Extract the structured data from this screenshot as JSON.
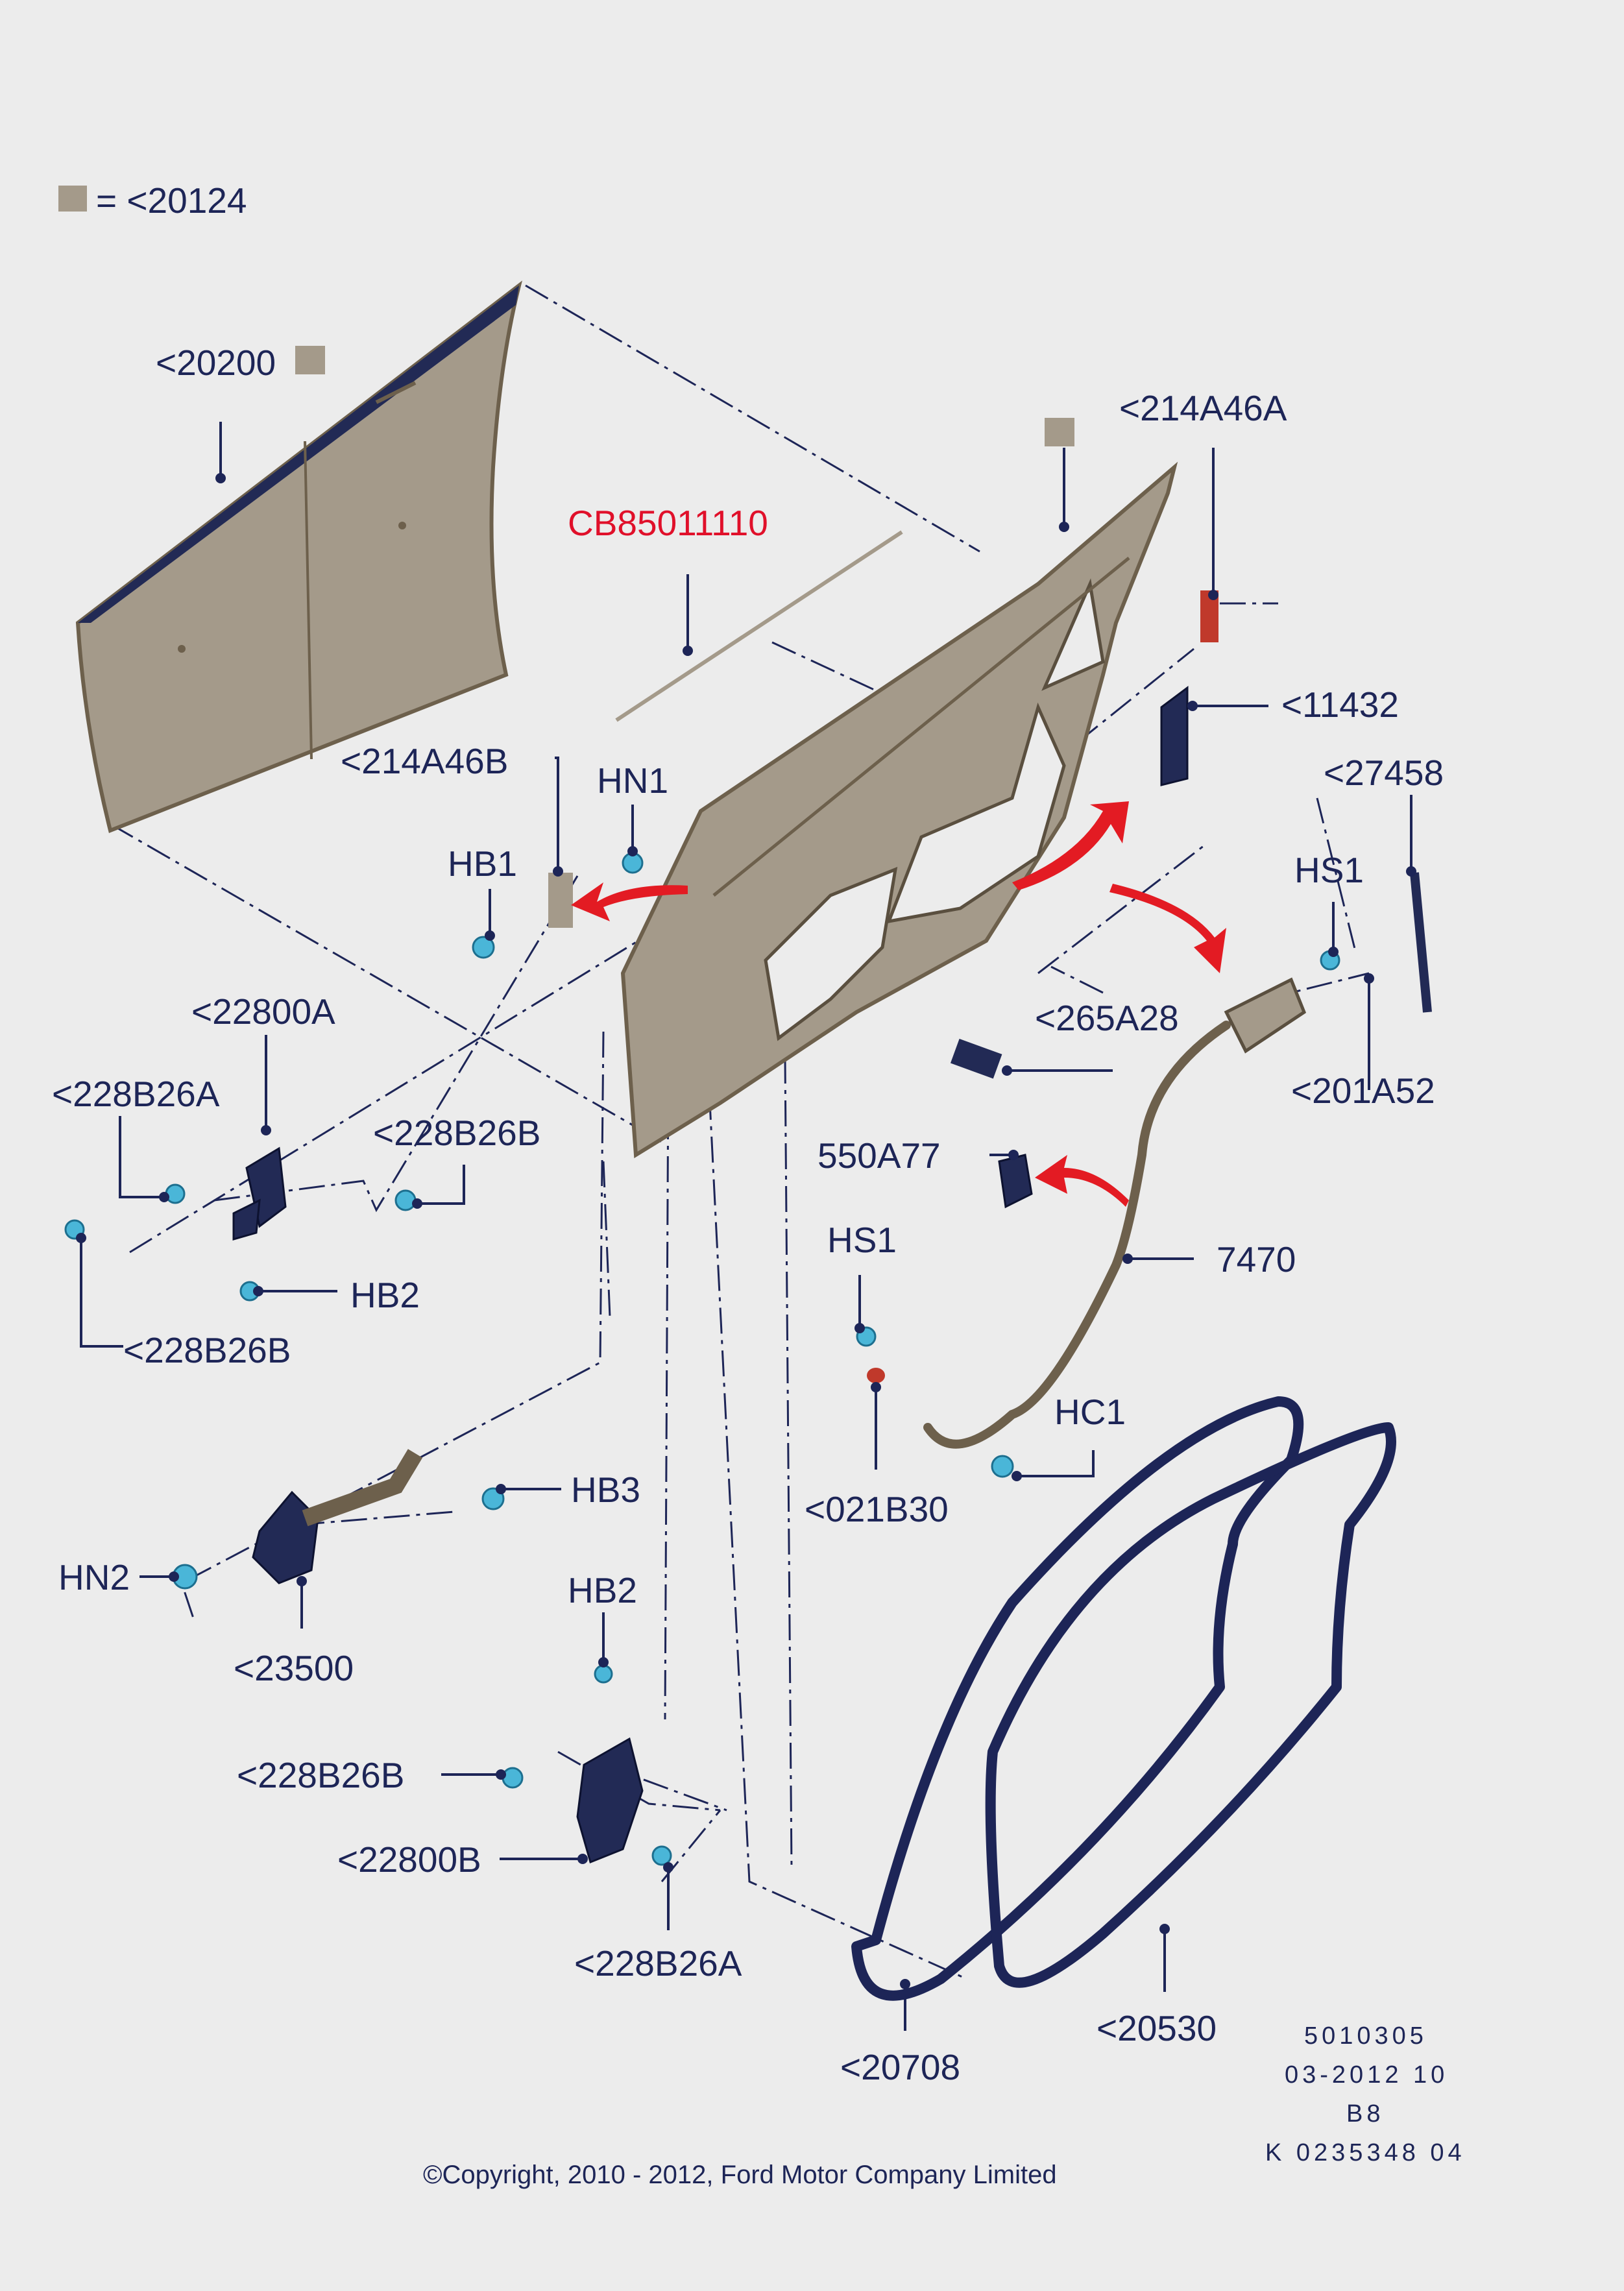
{
  "legend": {
    "text": "= <20124",
    "swatch_color": "#a49a8a"
  },
  "labels": {
    "outer_panel": "<20200",
    "glass_run_red": "CB85011110",
    "inner_panel": "<214A46A",
    "check_strap_cover": "<214A46B",
    "hn1": "HN1",
    "hb1_top": "HB1",
    "bracket_11432": "<11432",
    "strip_27458": "<27458",
    "hs1_right": "HS1",
    "hinge_upper": "<22800A",
    "screw_a_upper": "<228B26A",
    "screw_b_upper_right": "<228B26B",
    "hb2_upper": "HB2",
    "screw_b_upper_left": "<228B26B",
    "handle_265a28": "<265A28",
    "latch_201a52": "<201A52",
    "clip_550a77": "550A77",
    "cable_7470": "7470",
    "hs1_mid": "HS1",
    "grommet_021b30": "<021B30",
    "hc1": "HC1",
    "hb3": "HB3",
    "hn2": "HN2",
    "check_23500": "<23500",
    "hb2_lower": "HB2",
    "screw_b_lower": "<228B26B",
    "hinge_lower": "<22800B",
    "screw_a_lower": "<228B26A",
    "weatherstrip_20708": "<20708",
    "weatherstrip_20530": "<20530"
  },
  "footer": {
    "code_1": "5010305",
    "code_2": "03-2012 10",
    "code_3": "B8",
    "code_4": "K 0235348 04",
    "copyright": "©Copyright, 2010 - 2012, Ford Motor Company Limited"
  },
  "colors": {
    "ink": "#1d2557",
    "part_number_highlight": "#e0102a",
    "body_panel": "#a49a8a",
    "fastener": "#4ab6d8",
    "bracket": "#222a55",
    "arrow": "#e31b23"
  }
}
